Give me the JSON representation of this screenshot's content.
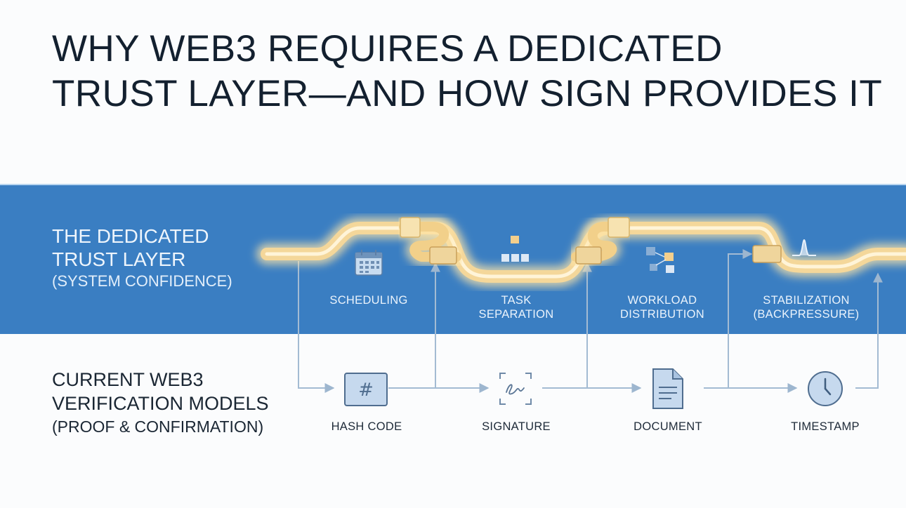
{
  "title": {
    "line1": "WHY WEB3 REQUIRES A DEDICATED",
    "line2": "TRUST LAYER—AND HOW SIGN PROVIDES IT"
  },
  "trust_layer": {
    "label_line1": "THE DEDICATED",
    "label_line2": "TRUST LAYER",
    "label_sub": "(SYSTEM CONFIDENCE)",
    "steps": [
      {
        "lines": [
          "SCHEDULING"
        ],
        "icon": "calendar-icon"
      },
      {
        "lines": [
          "TASK",
          "SEPARATION"
        ],
        "icon": "hierarchy-icon"
      },
      {
        "lines": [
          "WORKLOAD",
          "DISTRIBUTION"
        ],
        "icon": "distribution-icon"
      },
      {
        "lines": [
          "STABILIZATION",
          "(BACKPRESSURE)"
        ],
        "icon": "peak-icon"
      }
    ]
  },
  "verification_models": {
    "label_line1": "CURRENT WEB3",
    "label_line2": "VERIFICATION MODELS",
    "label_sub": "(PROOF & CONFIRMATION)",
    "steps": [
      {
        "label": "HASH CODE",
        "icon": "hash-icon"
      },
      {
        "label": "SIGNATURE",
        "icon": "signature-icon"
      },
      {
        "label": "DOCUMENT",
        "icon": "document-icon"
      },
      {
        "label": "TIMESTAMP",
        "icon": "clock-icon"
      }
    ]
  },
  "colors": {
    "band": "#3a7ec2",
    "pipe": "#f4d79a",
    "pipe_glow": "#ffe6a8",
    "connector": "#9db6cf",
    "icon_fill": "#c6d9ee",
    "icon_stroke": "#4f6d8f"
  }
}
